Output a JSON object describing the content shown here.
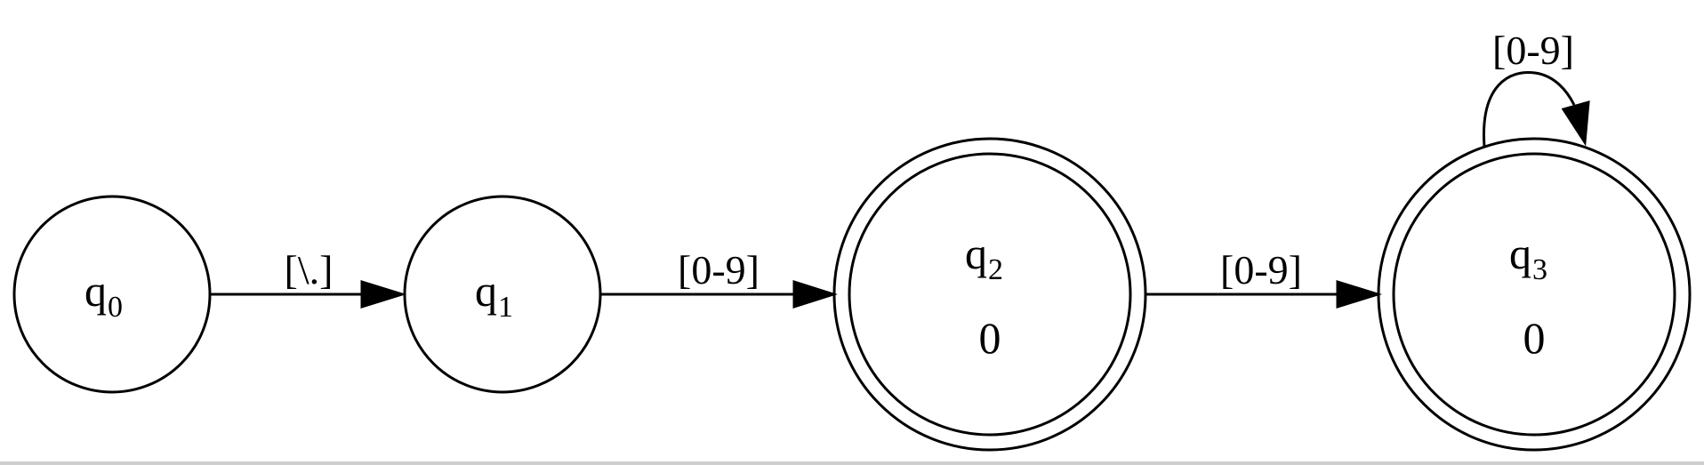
{
  "states": [
    {
      "id": "q0",
      "name": "q",
      "sub": "0",
      "output": "",
      "accepting": false
    },
    {
      "id": "q1",
      "name": "q",
      "sub": "1",
      "output": "",
      "accepting": false
    },
    {
      "id": "q2",
      "name": "q",
      "sub": "2",
      "output": "0",
      "accepting": true
    },
    {
      "id": "q3",
      "name": "q",
      "sub": "3",
      "output": "0",
      "accepting": true
    }
  ],
  "transitions": [
    {
      "from": "q0",
      "to": "q1",
      "label": "[\\.]"
    },
    {
      "from": "q1",
      "to": "q2",
      "label": "[0-9]"
    },
    {
      "from": "q2",
      "to": "q3",
      "label": "[0-9]"
    },
    {
      "from": "q3",
      "to": "q3",
      "label": "[0-9]"
    }
  ]
}
